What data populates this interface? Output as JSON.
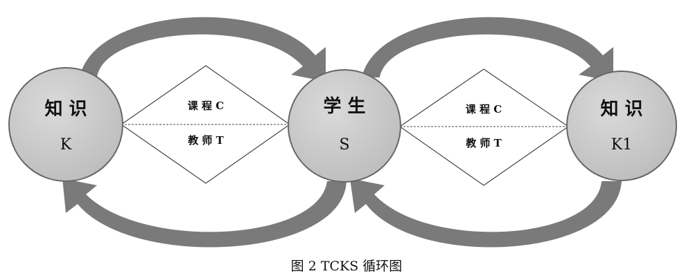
{
  "nodes": {
    "k": {
      "line1": "知 识",
      "line2": "K"
    },
    "s": {
      "line1": "学 生",
      "line2": "S"
    },
    "k1": {
      "line1": "知 识",
      "line2": "K1"
    }
  },
  "diamonds": {
    "left": {
      "top": "课 程 C",
      "bottom": "教 师 T"
    },
    "right": {
      "top": "课 程 C",
      "bottom": "教 师 T"
    }
  },
  "caption": "图 2 TCKS 循环图",
  "colors": {
    "circle_fill": "#cfcfcf",
    "circle_stroke": "#666666",
    "arrow_fill": "#7a7a7a",
    "diamond_stroke": "#444444"
  }
}
